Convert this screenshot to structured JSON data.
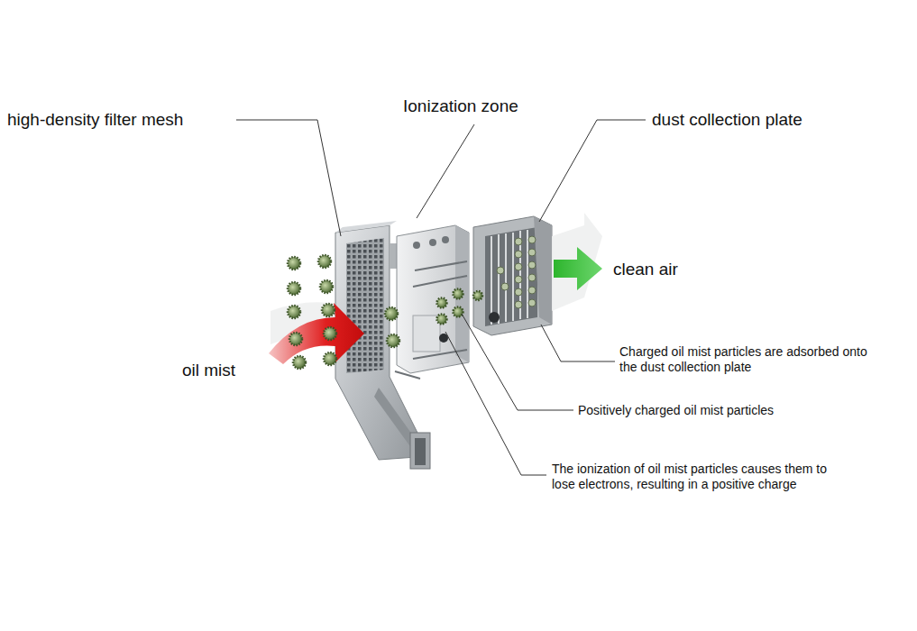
{
  "diagram": {
    "labels": [
      "high-density filter mesh",
      "Ionization zone",
      "dust collection plate",
      "clean air",
      "oil mist",
      "Charged oil mist particles are adsorbed onto the dust collection plate",
      "Positively charged oil mist particles",
      "The ionization of oil mist particles causes them to lose electrons, resulting in a positive charge"
    ]
  }
}
